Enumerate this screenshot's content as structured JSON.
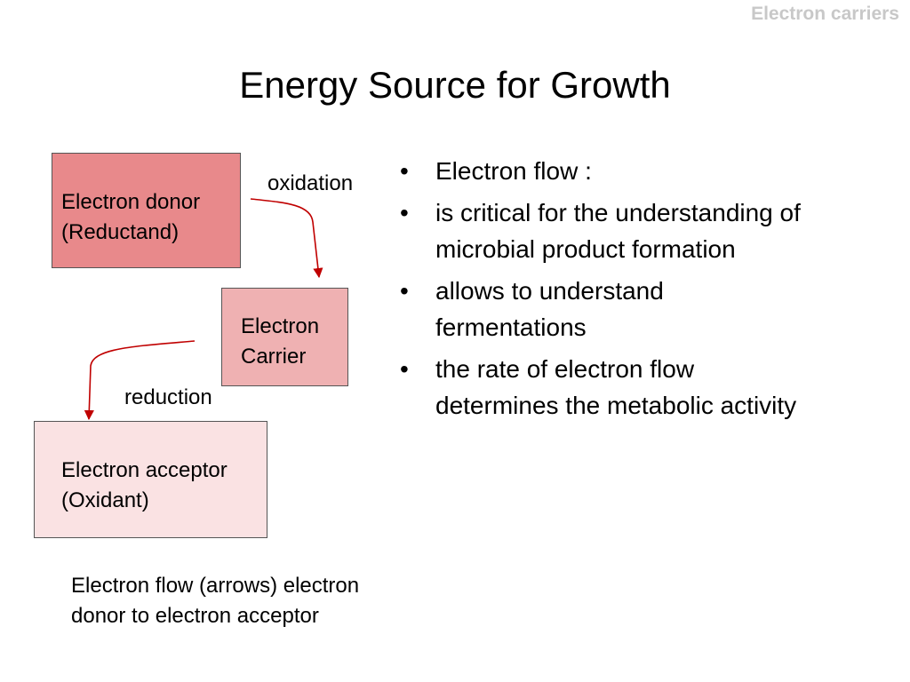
{
  "header": {
    "tag": "Electron carriers"
  },
  "title": "Energy Source for Growth",
  "diagram": {
    "donor": {
      "line1": "Electron donor",
      "line2": "(Reductand)",
      "fill": "#e8898b"
    },
    "carrier": {
      "line1": "Electron",
      "line2": "Carrier",
      "fill": "#efb1b2"
    },
    "acceptor": {
      "line1": "Electron acceptor",
      "line2": "(Oxidant)",
      "fill": "#fae2e3"
    },
    "oxidation_label": "oxidation",
    "reduction_label": "reduction",
    "arrow_color": "#c00000"
  },
  "caption": {
    "line1": "Electron flow (arrows) electron",
    "line2": "donor to electron acceptor"
  },
  "bullets": [
    {
      "text": "Electron flow :"
    },
    {
      "text": "is critical for the understanding of microbial product formation"
    },
    {
      "text": "allows to understand fermentations"
    },
    {
      "text": "the rate of electron flow determines the metabolic activity"
    }
  ],
  "bullet_glyph": "•"
}
